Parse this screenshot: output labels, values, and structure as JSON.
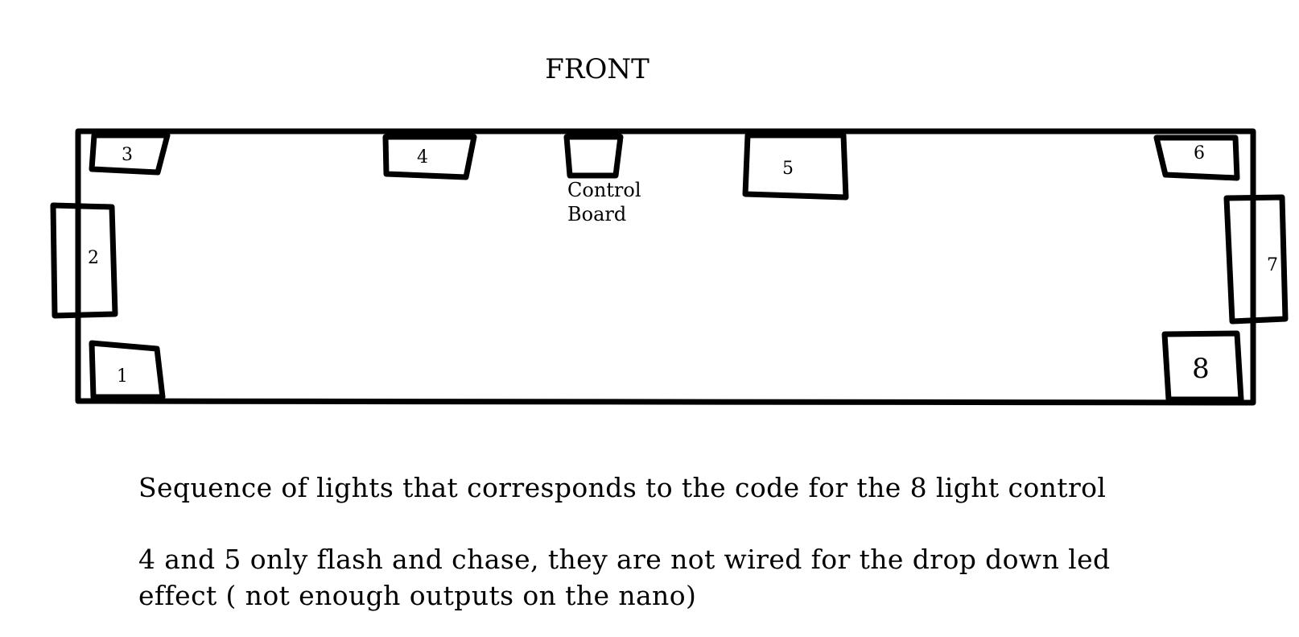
{
  "title": "FRONT",
  "control_board": {
    "line1": "Control",
    "line2": "Board"
  },
  "lights": [
    {
      "id": "light-1",
      "label": "1"
    },
    {
      "id": "light-2",
      "label": "2"
    },
    {
      "id": "light-3",
      "label": "3"
    },
    {
      "id": "light-4",
      "label": "4"
    },
    {
      "id": "light-5",
      "label": "5"
    },
    {
      "id": "light-6",
      "label": "6"
    },
    {
      "id": "light-7",
      "label": "7"
    },
    {
      "id": "light-8",
      "label": "8"
    }
  ],
  "notes": {
    "sequence": "Sequence of lights that corresponds to the code for the 8 light control",
    "wiring_line1": "4 and 5 only flash and chase, they are not wired for the drop down led",
    "wiring_line2": "effect ( not enough outputs on the nano)"
  },
  "colors": {
    "stroke": "#000000",
    "background": "#ffffff"
  }
}
